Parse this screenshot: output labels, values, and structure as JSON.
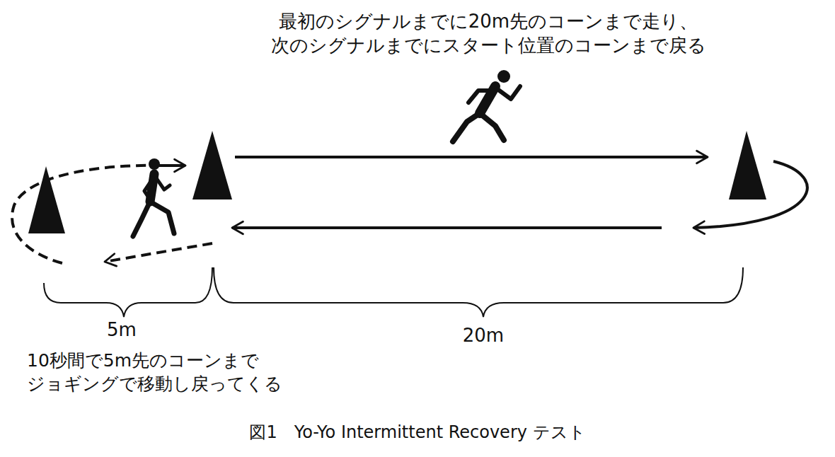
{
  "diagram": {
    "caption": "図1　Yo-Yo Intermittent Recovery テスト",
    "labels": [
      "最初のシグナルまでに20m先のコーンまで走り、 次のシグナルまでにスタート位置のコーンまで戻る",
      "5m",
      "20m",
      "10秒間で5m先のコーンまで ジョギングで移動し戻ってくる"
    ]
  }
}
